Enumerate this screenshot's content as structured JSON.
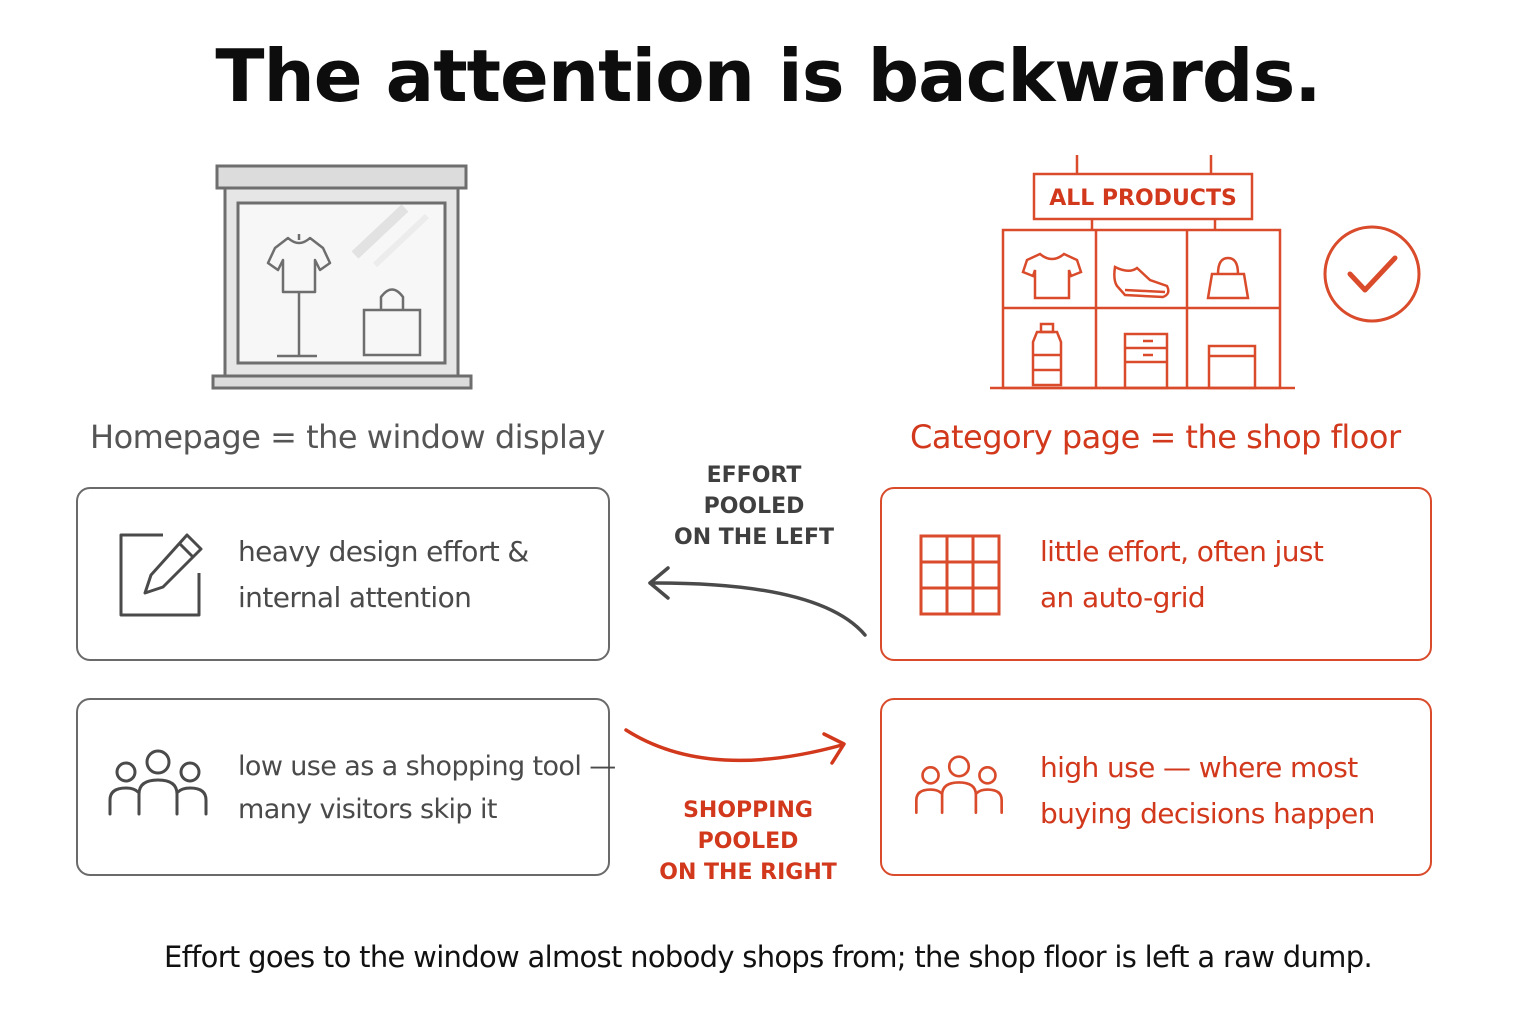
{
  "title": "The attention is backwards.",
  "left": {
    "heading": "Homepage = the window display",
    "cards": [
      {
        "icon": "edit-icon",
        "lines": [
          "heavy design effort &",
          "internal attention"
        ]
      },
      {
        "icon": "people-icon",
        "lines": [
          "low use as a shopping tool —",
          "many visitors skip it"
        ]
      }
    ]
  },
  "right": {
    "heading": "Category page = the shop floor",
    "sign": "ALL PRODUCTS",
    "cards": [
      {
        "icon": "grid-icon",
        "lines": [
          "little effort, often just",
          "an auto-grid"
        ]
      },
      {
        "icon": "people-icon",
        "lines": [
          "high use — where most",
          "buying decisions happen"
        ]
      }
    ]
  },
  "flows": {
    "effort": {
      "lines": [
        "EFFORT",
        "POOLED",
        "ON THE LEFT"
      ],
      "direction": "left"
    },
    "shopping": {
      "lines": [
        "SHOPPING",
        "POOLED",
        "ON THE RIGHT"
      ],
      "direction": "right"
    }
  },
  "footer": "Effort goes to the window almost nobody shops from; the shop floor is left a raw dump.",
  "colors": {
    "accent": "#d2381c",
    "neutral": "#555555"
  }
}
